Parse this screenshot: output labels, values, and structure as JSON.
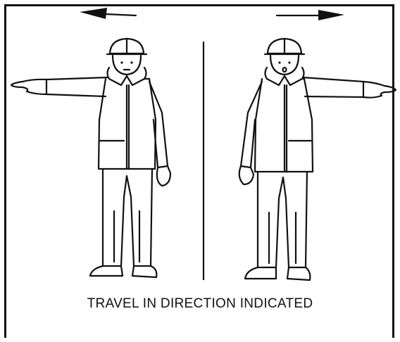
{
  "caption": "TRAVEL IN DIRECTION INDICATED",
  "colors": {
    "line": "#111111",
    "background": "#ffffff"
  },
  "icons": [
    "arrow-left-icon",
    "arrow-right-icon"
  ],
  "figures": [
    "signal-figure-left-arm",
    "signal-figure-right-arm"
  ]
}
